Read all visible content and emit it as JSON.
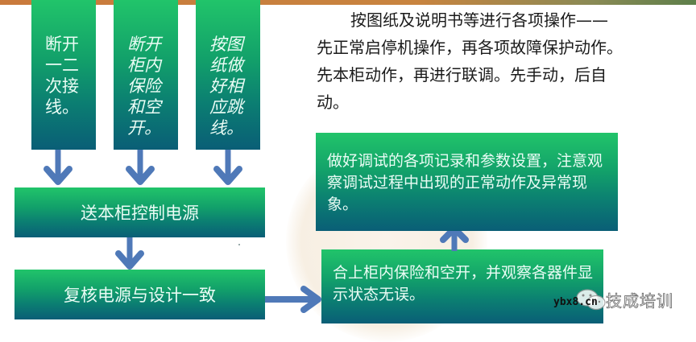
{
  "colors": {
    "box_gradient_top": "#21c46a",
    "box_gradient_bottom": "#0a5e76",
    "box_text": "#eafcf5",
    "arrow": "#4f79b8",
    "top_bar": "#c97a3c",
    "body_text": "#1a1a1a"
  },
  "top_boxes": [
    {
      "id": "disconnect-secondary",
      "text": "断开一二次接线。",
      "style": "normal"
    },
    {
      "id": "disconnect-fuses",
      "text": "断开柜内保险和空开。",
      "style": "italic"
    },
    {
      "id": "jumper-per-drawing",
      "text": "按图纸做好相应跳线。",
      "style": "italic"
    }
  ],
  "steps": {
    "power_on": "送本柜控制电源",
    "verify_power": "复核电源与设计一致",
    "close_breakers": "合上柜内保险和空开，并观察各器件显示状态无误。",
    "record_settings": "做好调试的各项记录和参数设置，注意观察调试过程中出现的正常动作及异常现象。"
  },
  "instructions": {
    "line1": "按图纸及说明书等进行各项操作——",
    "line2": "先正常启停机操作，再各项故障保护动作。",
    "line3": "先本柜动作，再进行联调。先手动，后自",
    "line4": "动。"
  },
  "watermark": {
    "url": "ybx8.cn",
    "brand": "技成培训",
    "icon": "wechat-icon"
  }
}
